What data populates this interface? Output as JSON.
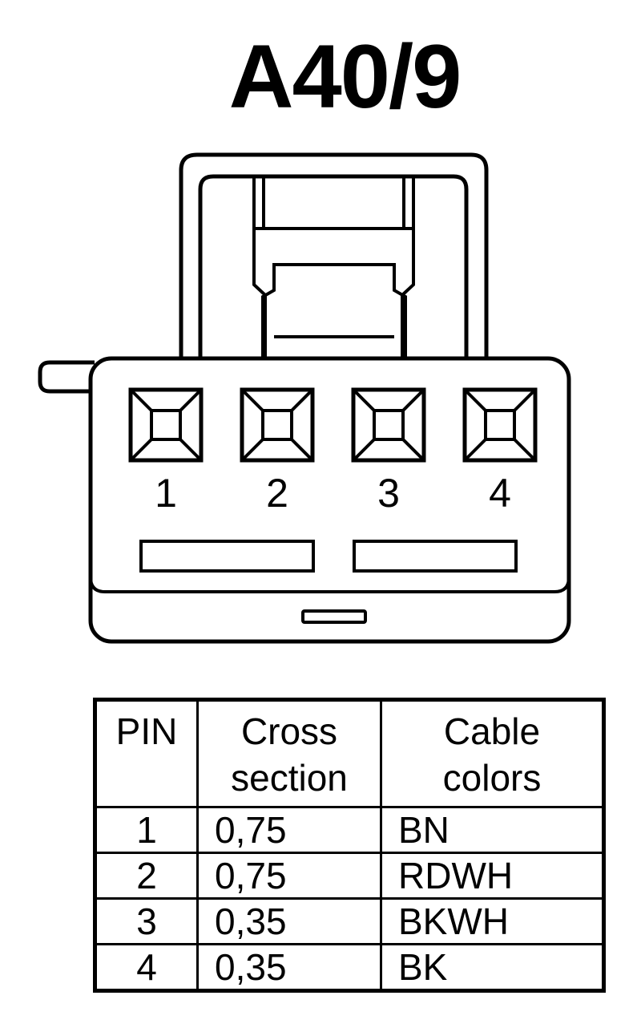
{
  "title": "A40/9",
  "connector": {
    "pins": [
      {
        "label": "1"
      },
      {
        "label": "2"
      },
      {
        "label": "3"
      },
      {
        "label": "4"
      }
    ]
  },
  "table": {
    "headers": {
      "pin": "PIN",
      "cross_line1": "Cross",
      "cross_line2": "section",
      "colors_line1": "Cable",
      "colors_line2": "colors"
    },
    "rows": [
      {
        "pin": "1",
        "cross": "0,75",
        "color": "BN"
      },
      {
        "pin": "2",
        "cross": "0,75",
        "color": "RDWH"
      },
      {
        "pin": "3",
        "cross": "0,35",
        "color": "BKWH"
      },
      {
        "pin": "4",
        "cross": "0,35",
        "color": "BK"
      }
    ]
  }
}
